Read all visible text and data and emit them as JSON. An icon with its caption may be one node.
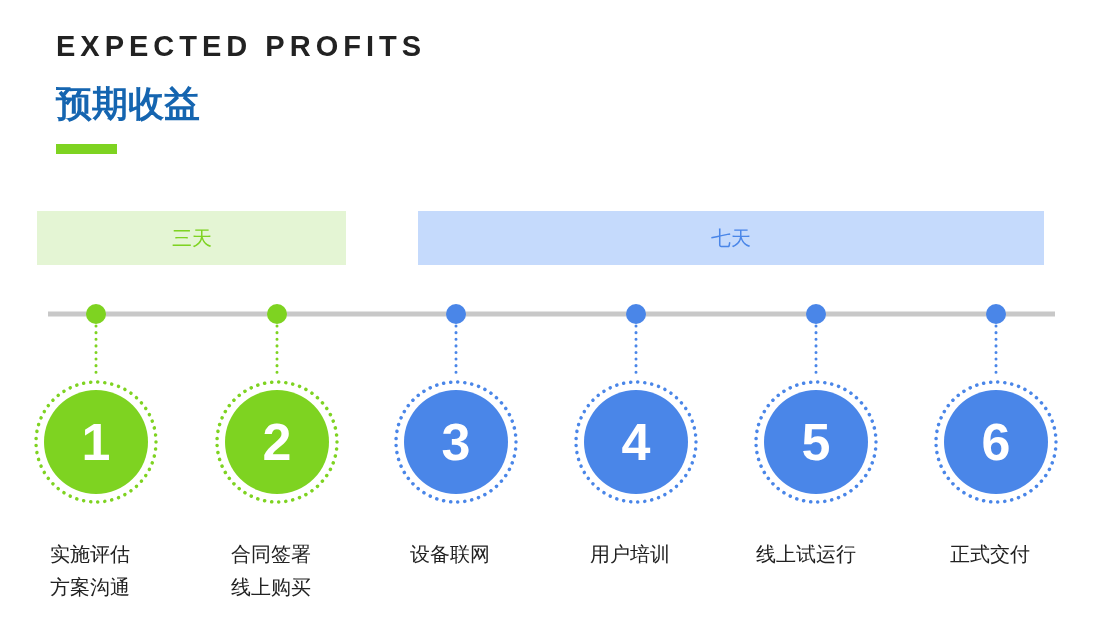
{
  "diagram": {
    "title": "EXPECTED PROFITS",
    "nodes": [
      {
        "text": [
          "三天"
        ]
      },
      {
        "text": [
          "七天"
        ]
      },
      {
        "text": [],
        "shape": "circle"
      },
      {
        "text": [],
        "shape": "circle"
      },
      {
        "text": [],
        "shape": "circle"
      },
      {
        "text": [],
        "shape": "circle"
      },
      {
        "text": [],
        "shape": "circle"
      },
      {
        "text": [],
        "shape": "circle"
      },
      {
        "text": [
          "1"
        ],
        "beside": [
          "实施评估方案沟通"
        ]
      },
      {
        "text": [
          "2"
        ],
        "beside": [
          "合同签署线上购买"
        ]
      },
      {
        "text": [
          "3"
        ],
        "beside": [
          "设备联网"
        ]
      },
      {
        "text": [
          "4"
        ],
        "beside": [
          "用户培训"
        ]
      },
      {
        "text": [
          "5"
        ],
        "beside": [
          "线上试运行"
        ]
      },
      {
        "text": [
          "6"
        ],
        "beside": [
          "正式交付"
        ]
      }
    ],
    "edges": [
      {
        "from": 2,
        "to": 8,
        "arrow": "none",
        "style": "dashed",
        "color": "#7ed321"
      },
      {
        "from": 3,
        "to": 9,
        "arrow": "none",
        "style": "dashed",
        "color": "#7ed321"
      },
      {
        "from": 4,
        "to": 10,
        "arrow": "none",
        "style": "dashed"
      },
      {
        "from": 5,
        "to": 11,
        "arrow": "none",
        "style": "dashed"
      },
      {
        "from": 6,
        "to": 12,
        "arrow": "none",
        "style": "dashed"
      },
      {
        "from": 7,
        "to": 13,
        "arrow": "none",
        "style": "dashed"
      }
    ],
    "labels": [
      "预期收益"
    ]
  }
}
